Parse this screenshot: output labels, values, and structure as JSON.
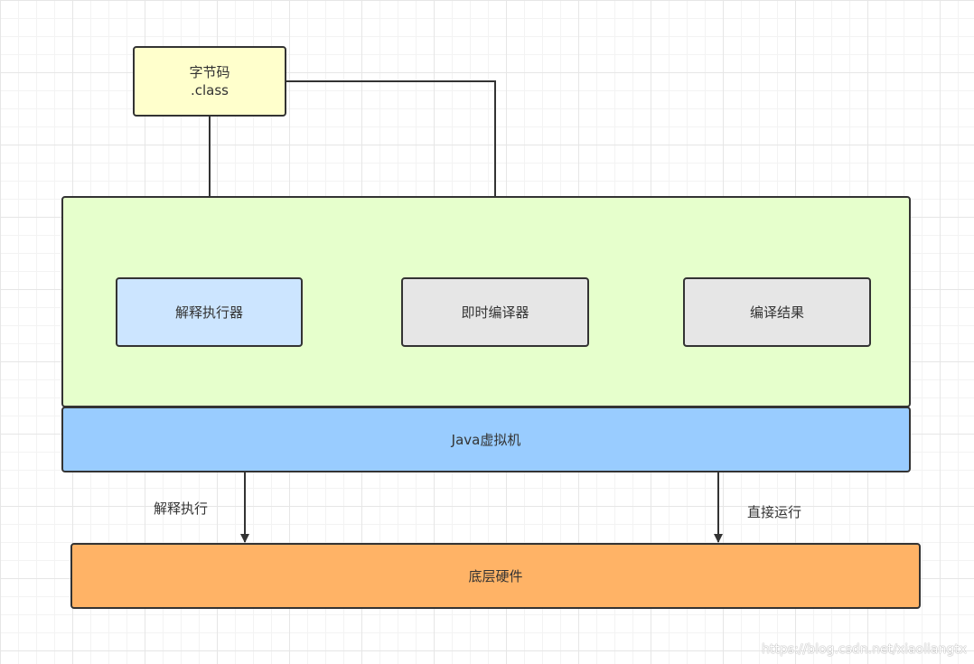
{
  "nodes": {
    "bytecode": {
      "line1": "字节码",
      "line2": ".class",
      "fill": "#ffffcc"
    },
    "jvm_area": {
      "fill": "#e6ffcc"
    },
    "interpreter": {
      "label": "解释执行器",
      "fill": "#cce5ff"
    },
    "jit": {
      "label": "即时编译器",
      "fill": "#e6e6e6"
    },
    "compile_result": {
      "label": "编译结果",
      "fill": "#e6e6e6"
    },
    "jvm": {
      "label": "Java虚拟机",
      "fill": "#99ccff"
    },
    "hardware": {
      "label": "底层硬件",
      "fill": "#ffb366"
    }
  },
  "edges": {
    "interpret_label": "解释执行",
    "direct_label": "直接运行"
  },
  "watermark": "https://blog.csdn.net/xiaoliangtx"
}
